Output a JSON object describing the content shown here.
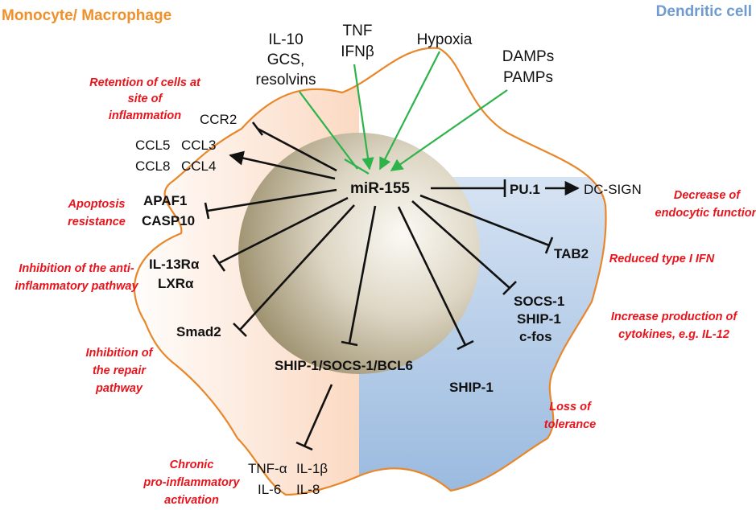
{
  "headers": {
    "monocyte": "Monocyte/ Macrophage",
    "dendritic": "Dendritic cell"
  },
  "center": "miR-155",
  "stimuli": {
    "il10_line1": "IL-10",
    "il10_line2": "GCS,",
    "il10_line3": "resolvins",
    "tnf_line1": "TNF",
    "tnf_line2": "IFNβ",
    "hypoxia": "Hypoxia",
    "damps": "DAMPs",
    "pamps": "PAMPs"
  },
  "targets": {
    "ccr2": "CCR2",
    "ccl5": "CCL5",
    "ccl3": "CCL3",
    "ccl8": "CCL8",
    "ccl4": "CCL4",
    "apaf1": "APAF1",
    "casp10": "CASP10",
    "il13ra": "IL-13Rα",
    "lxra": "LXRα",
    "smad2": "Smad2",
    "ship_socs_bcl6": "SHIP-1/SOCS-1/BCL6",
    "tnfa": "TNF-α",
    "il1b": "IL-1β",
    "il6": "IL-6",
    "il8": "IL-8",
    "ship1": "SHIP-1",
    "socs1_group_1": "SOCS-1",
    "socs1_group_2": "SHIP-1",
    "socs1_group_3": "c-fos",
    "tab2": "TAB2",
    "pu1": "PU.1",
    "dcsign": "DC-SIGN"
  },
  "annotations": {
    "retention_1": "Retention of cells at",
    "retention_2": "site of",
    "retention_3": "inflammation",
    "apoptosis_1": "Apoptosis",
    "apoptosis_2": "resistance",
    "antiinf_1": "Inhibition of the anti-",
    "antiinf_2": "inflammatory pathway",
    "repair_1": "Inhibition of",
    "repair_2": "the repair",
    "repair_3": "pathway",
    "chronic_1": "Chronic",
    "chronic_2": "pro-inflammatory",
    "chronic_3": "activation",
    "endocytic_1": "Decrease of",
    "endocytic_2": "endocytic function",
    "ifn": "Reduced type I IFN",
    "cytokines_1": "Increase production of",
    "cytokines_2": "cytokines, e.g. IL-12",
    "tolerance_1": "Loss of",
    "tolerance_2": "tolerance"
  },
  "colors": {
    "monocyte_header": "#f0902a",
    "dendritic_header": "#6f9bd1",
    "annotation": "#e8141c",
    "cell_outline": "#e8862a",
    "stimulus_arrow": "#2db34a"
  }
}
